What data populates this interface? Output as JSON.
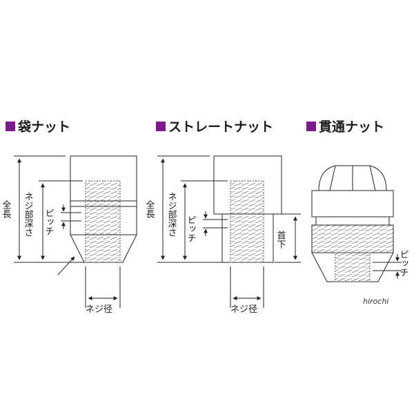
{
  "colors": {
    "accent": "#7b1a8a",
    "line": "#222222"
  },
  "sections": {
    "fukuro": {
      "title": "袋ナット"
    },
    "straight": {
      "title": "ストレートナット"
    },
    "kantsu": {
      "title": "貫通ナット"
    }
  },
  "labels": {
    "zencho": "全長",
    "neji_bu_fukasa": "ネジ部深さ",
    "pitch": "ピッチ",
    "kubishita": "首下",
    "neji_kei": "ネジ径"
  },
  "watermark": "hirochi"
}
